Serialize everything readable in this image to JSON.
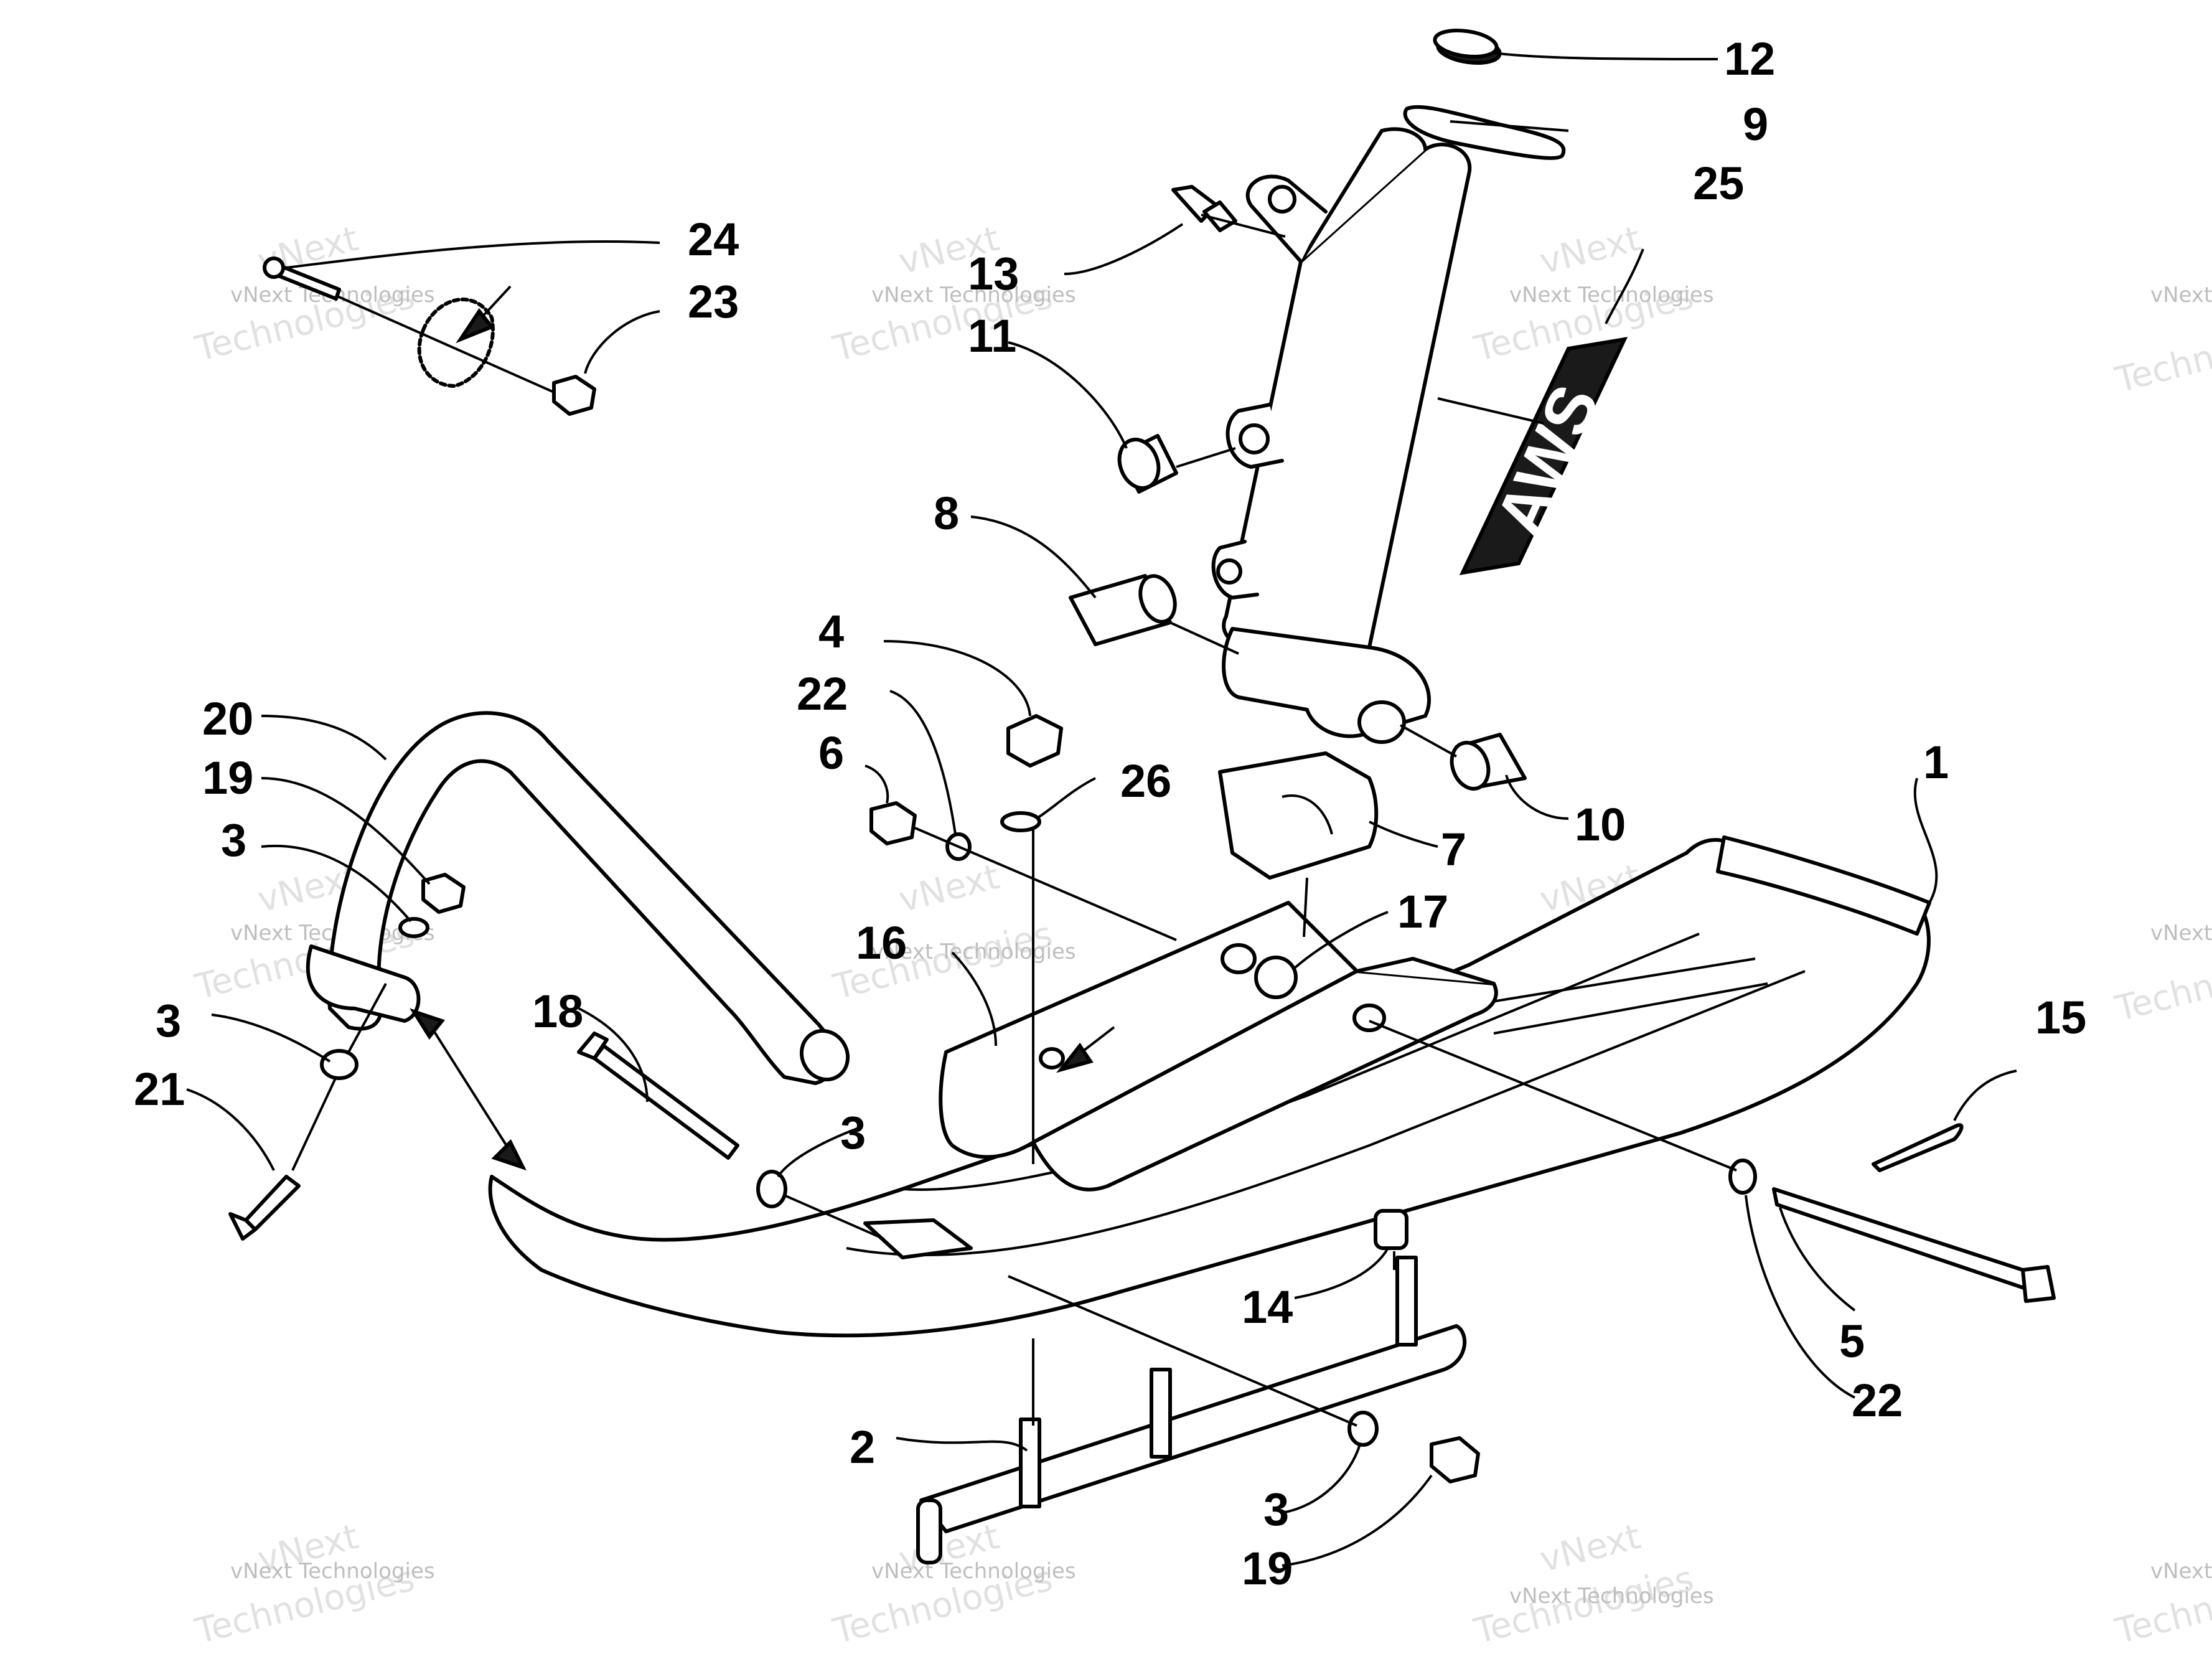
{
  "callouts": [
    {
      "id": "1",
      "label": "1"
    },
    {
      "id": "2",
      "label": "2"
    },
    {
      "id": "3a",
      "label": "3"
    },
    {
      "id": "3b",
      "label": "3"
    },
    {
      "id": "3c",
      "label": "3"
    },
    {
      "id": "3d",
      "label": "3"
    },
    {
      "id": "4",
      "label": "4"
    },
    {
      "id": "5",
      "label": "5"
    },
    {
      "id": "6",
      "label": "6"
    },
    {
      "id": "7",
      "label": "7"
    },
    {
      "id": "8",
      "label": "8"
    },
    {
      "id": "9",
      "label": "9"
    },
    {
      "id": "10",
      "label": "10"
    },
    {
      "id": "11",
      "label": "11"
    },
    {
      "id": "12",
      "label": "12"
    },
    {
      "id": "13",
      "label": "13"
    },
    {
      "id": "14",
      "label": "14"
    },
    {
      "id": "15",
      "label": "15"
    },
    {
      "id": "16",
      "label": "16"
    },
    {
      "id": "17",
      "label": "17"
    },
    {
      "id": "18",
      "label": "18"
    },
    {
      "id": "19a",
      "label": "19"
    },
    {
      "id": "19b",
      "label": "19"
    },
    {
      "id": "20",
      "label": "20"
    },
    {
      "id": "21",
      "label": "21"
    },
    {
      "id": "22a",
      "label": "22"
    },
    {
      "id": "22b",
      "label": "22"
    },
    {
      "id": "23",
      "label": "23"
    },
    {
      "id": "24",
      "label": "24"
    },
    {
      "id": "25",
      "label": "25"
    },
    {
      "id": "26",
      "label": "26"
    }
  ],
  "decal": {
    "logo": "AWS",
    "subtitle": "ARCTIC WISHBONE SUSPENSION"
  },
  "watermark": {
    "line1": "vNext Technologies",
    "line2": "vNext",
    "line3": "Technologies"
  }
}
